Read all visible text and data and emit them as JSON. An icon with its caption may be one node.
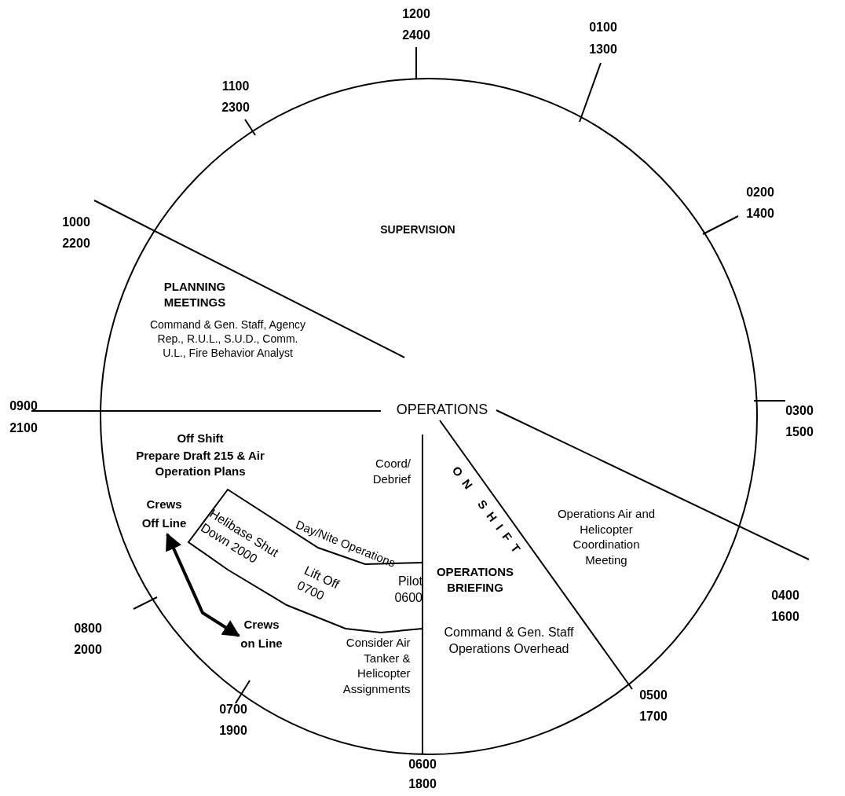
{
  "diagram": {
    "nodes": [
      {
        "text": [
          "Crews Off Line"
        ]
      },
      {
        "text": [
          "Crews on Line"
        ]
      }
    ],
    "edges": [
      {
        "from": 0,
        "to": 1,
        "arrow": "both"
      }
    ],
    "labels": [
      "1200",
      "2400",
      "0100",
      "1300",
      "1100",
      "2300",
      "0200",
      "1400",
      "1000",
      "2200",
      "SUPERVISION",
      "PLANNING MEETINGS",
      "Command & Gen. Staff, Agency Rep., R.U.L., S.U.D., Comm. U.L., Fire Behavior Analyst",
      "OPERATIONS",
      "0900",
      "2100",
      "0300",
      "1500",
      "Off Shift",
      "Prepare Draft 215 & Air Operation Plans",
      "Coord/ Debrief",
      "ON SHIFT",
      "Operations Air and Helicopter Coordination Meeting",
      "Day/Nite Operations",
      "Helibase Shut Down 2000",
      "OPERATIONS BRIEFING",
      "Lift Off 0700",
      "Pilot 0600",
      "0400",
      "1600",
      "Command & Gen. Staff Operations Overhead",
      "0800",
      "2000",
      "Consider Air Tanker & Helicopter Assignments",
      "0500",
      "1700",
      "0700",
      "1900",
      "0600",
      "1800"
    ]
  }
}
